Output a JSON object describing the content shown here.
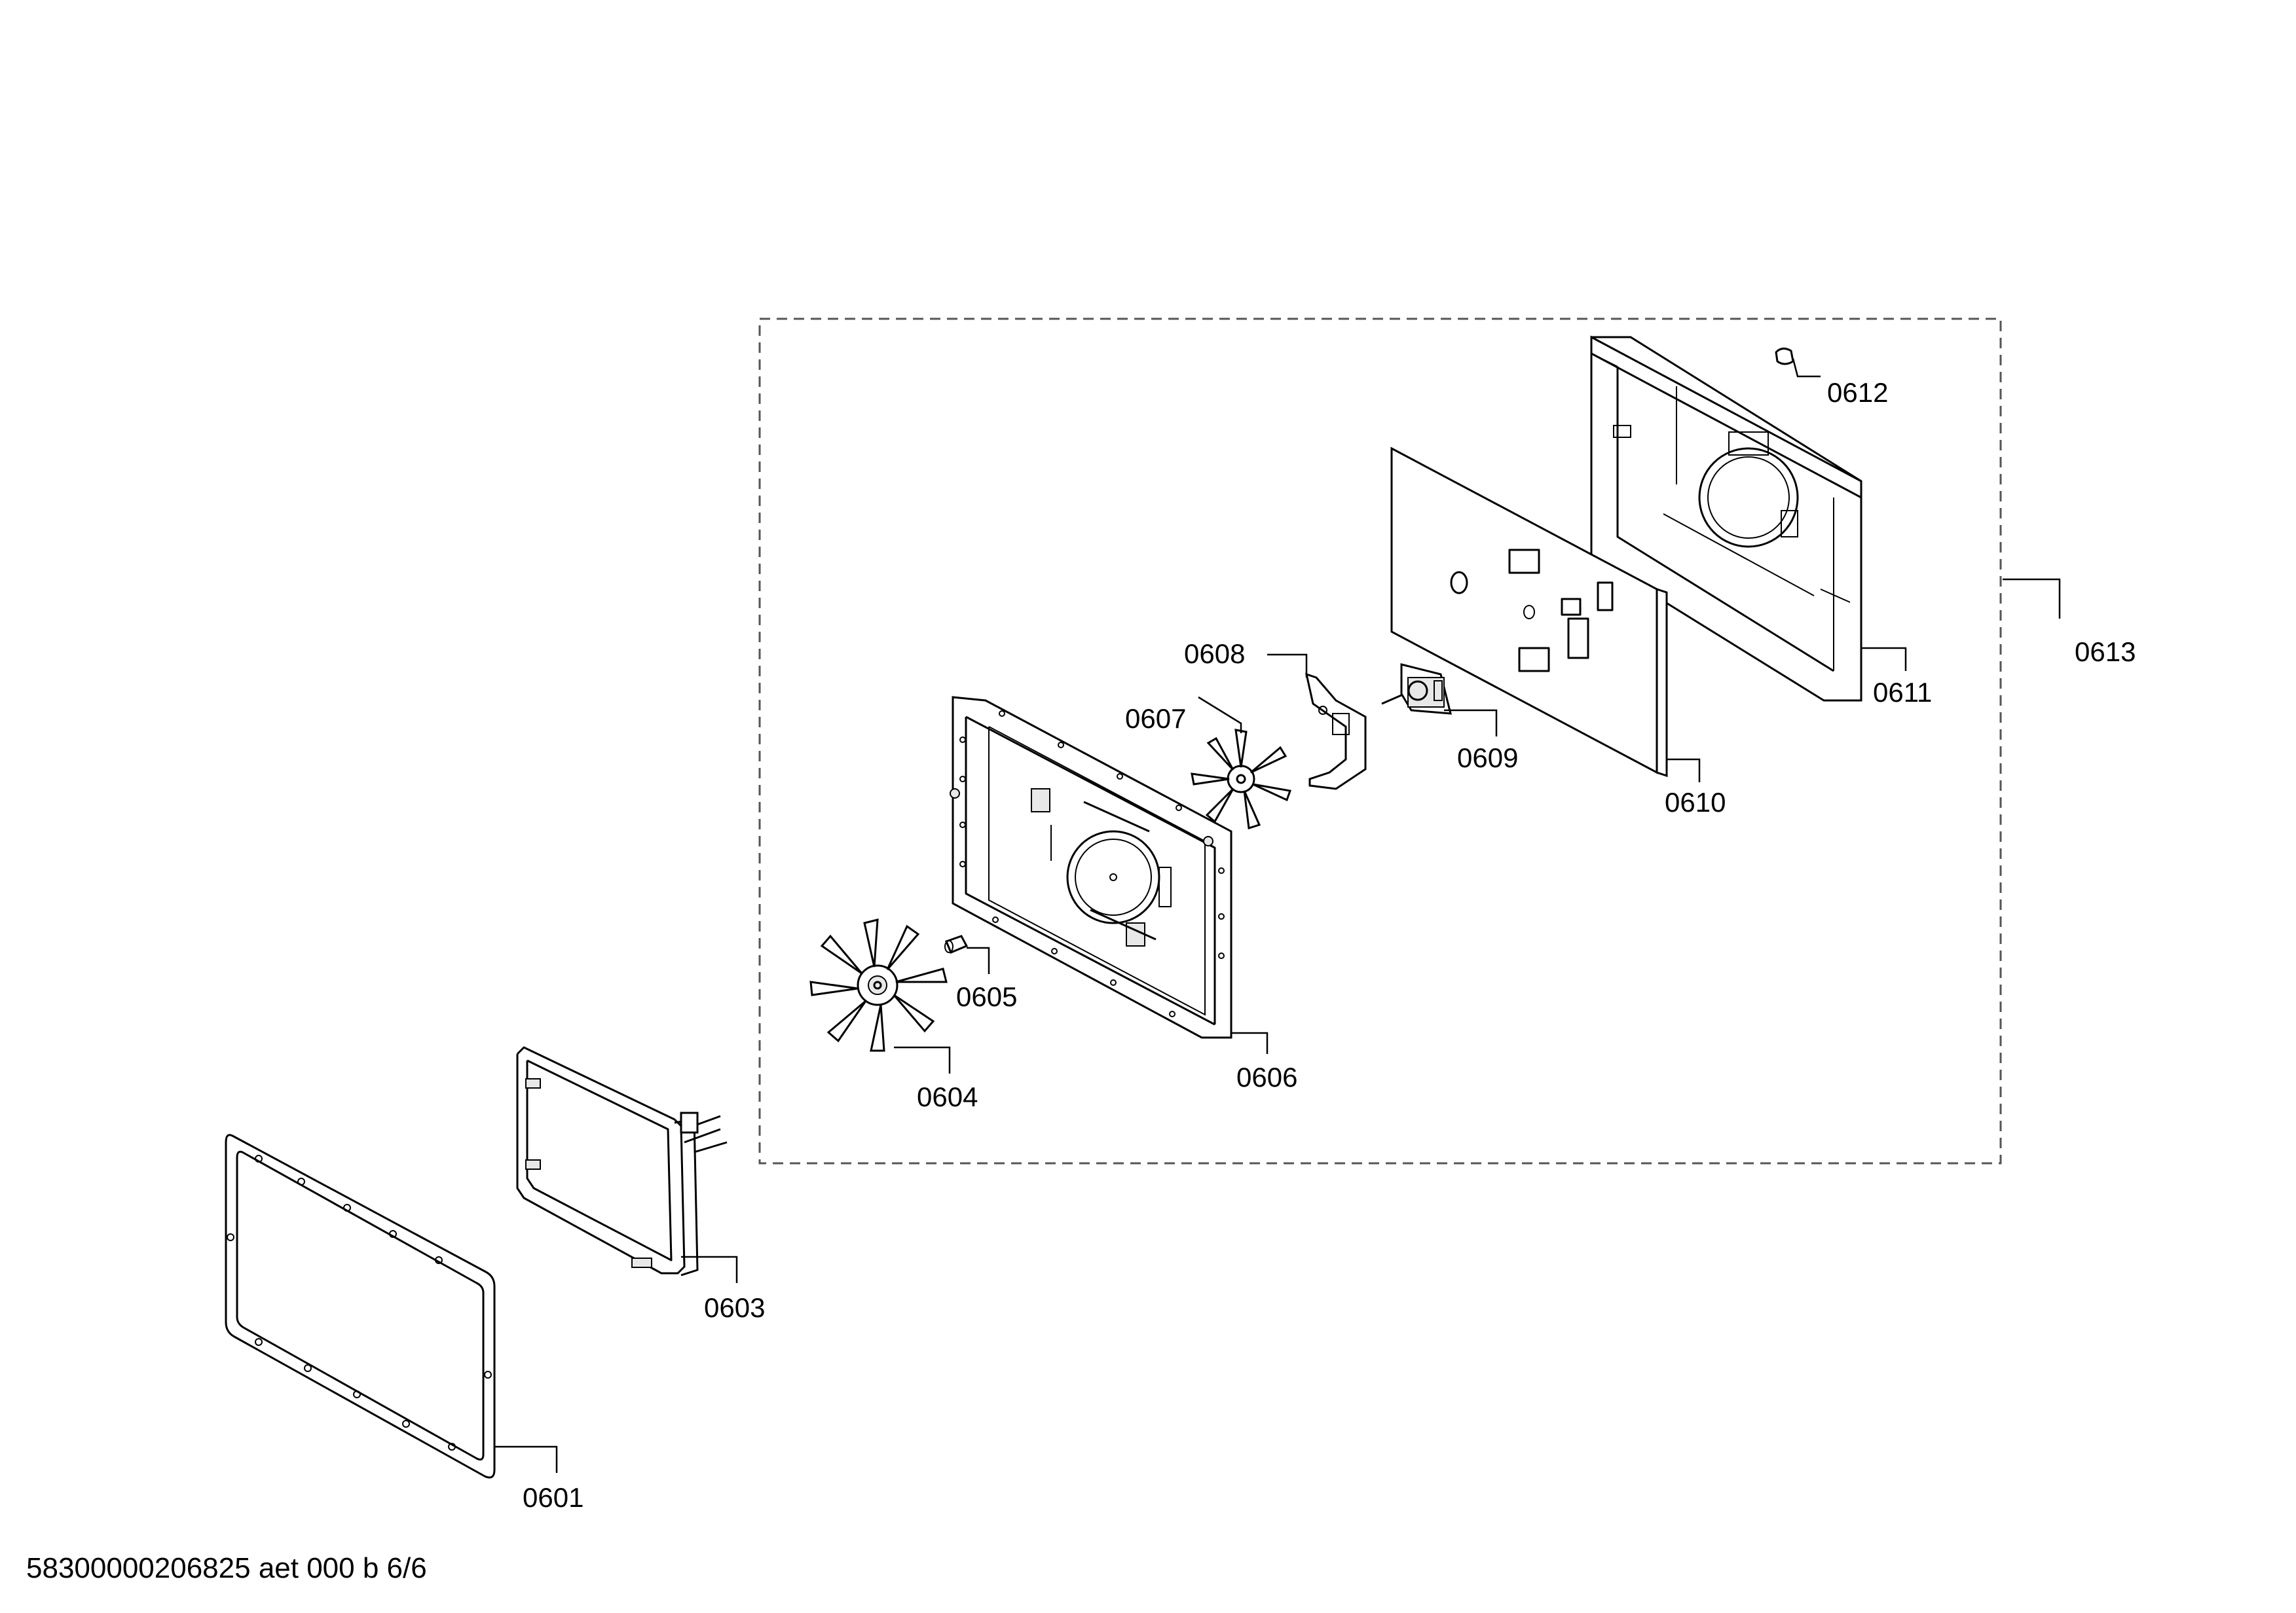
{
  "diagram": {
    "labels": {
      "p0601": "0601",
      "p0603": "0603",
      "p0604": "0604",
      "p0605": "0605",
      "p0606": "0606",
      "p0607": "0607",
      "p0608": "0608",
      "p0609": "0609",
      "p0610": "0610",
      "p0611": "0611",
      "p0612": "0612",
      "p0613": "0613"
    },
    "footer": "58300000206825 aet 000 b 6/6"
  }
}
